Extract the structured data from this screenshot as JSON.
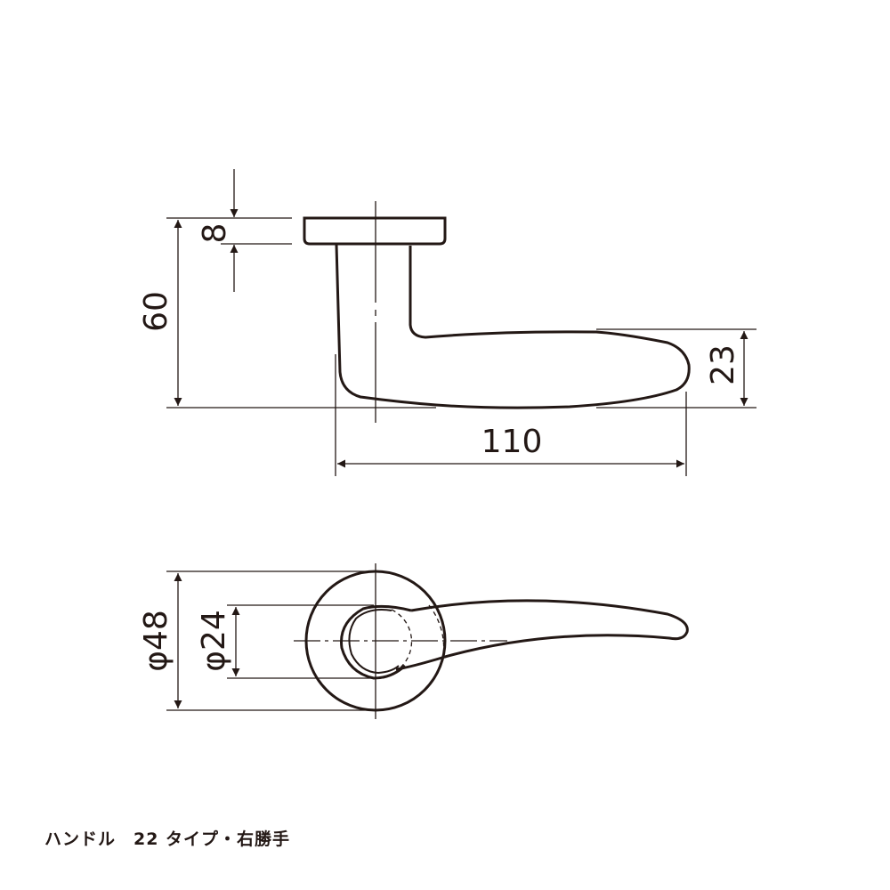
{
  "colors": {
    "line": "#231815",
    "background": "#ffffff"
  },
  "side_view": {
    "dimensions": {
      "rose_thickness": "8",
      "height": "60",
      "lever_height": "23",
      "length": "110"
    }
  },
  "top_view": {
    "dimensions": {
      "rose_diameter": "φ48",
      "neck_diameter": "φ24"
    }
  },
  "caption": "ハンドル　22 タイプ・右勝手"
}
